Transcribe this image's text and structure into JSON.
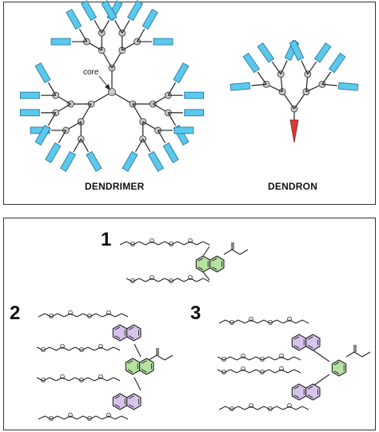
{
  "labels": {
    "core": "core",
    "dendrimer": "DENDRIMER",
    "dendron": "DENDRON",
    "compound_1": "1",
    "compound_2": "2",
    "compound_3": "3"
  },
  "colors": {
    "terminal_group": "#5bc8ec",
    "terminal_stroke": "#1f6f9a",
    "focal_point": "#d83a3a",
    "node": "#c9c9c9",
    "bond": "#222222",
    "naphthalene_green": "#b6e2a1",
    "naphthalene_purple": "#d7c4ec",
    "panel_border": "#333333"
  }
}
